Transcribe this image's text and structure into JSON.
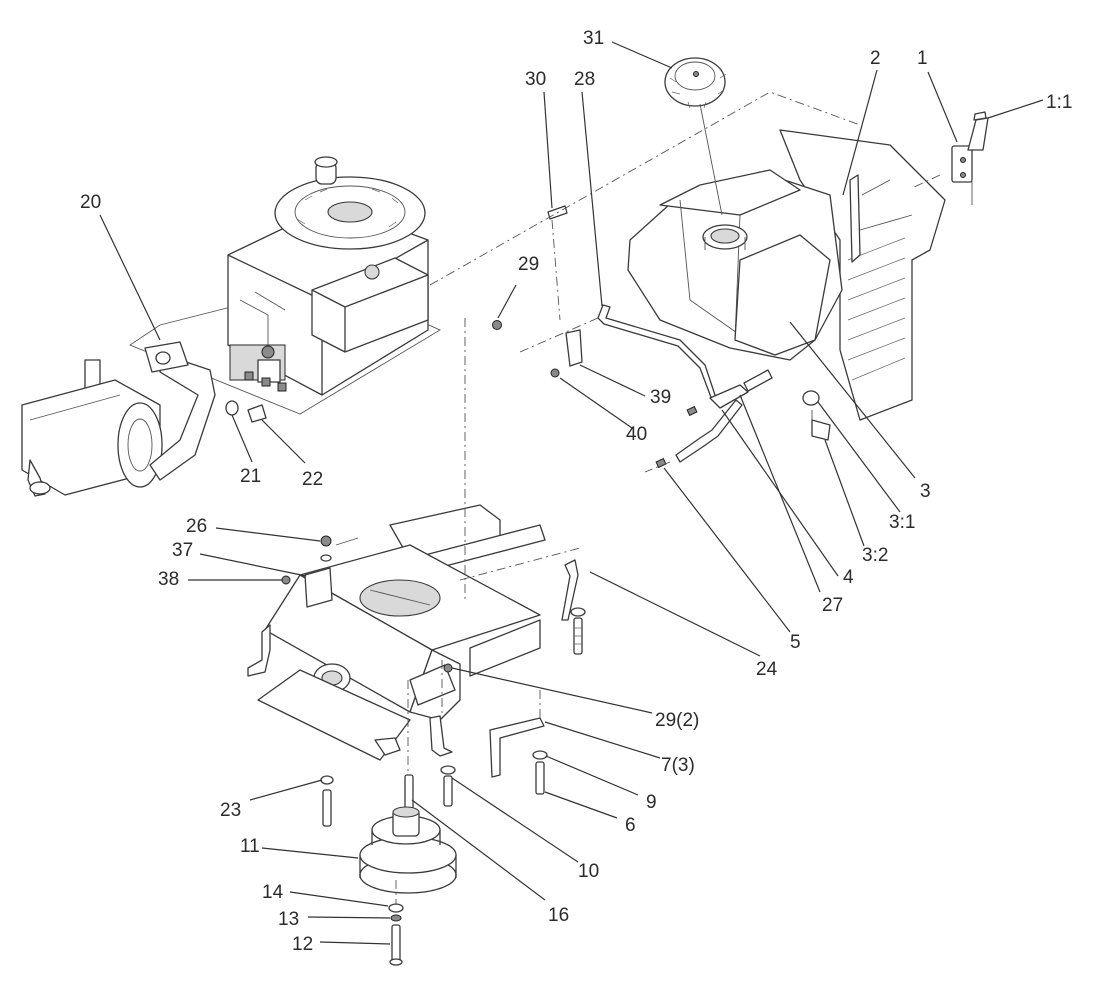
{
  "callouts": [
    {
      "id": "c31",
      "label": "31"
    },
    {
      "id": "c30",
      "label": "30"
    },
    {
      "id": "c28",
      "label": "28"
    },
    {
      "id": "c2",
      "label": "2"
    },
    {
      "id": "c1",
      "label": "1"
    },
    {
      "id": "c1_1",
      "label": "1:1"
    },
    {
      "id": "c20",
      "label": "20"
    },
    {
      "id": "c29a",
      "label": "29"
    },
    {
      "id": "c39",
      "label": "39"
    },
    {
      "id": "c40",
      "label": "40"
    },
    {
      "id": "c21",
      "label": "21"
    },
    {
      "id": "c22",
      "label": "22"
    },
    {
      "id": "c3",
      "label": "3"
    },
    {
      "id": "c3_1",
      "label": "3:1"
    },
    {
      "id": "c3_2",
      "label": "3:2"
    },
    {
      "id": "c4",
      "label": "4"
    },
    {
      "id": "c27",
      "label": "27"
    },
    {
      "id": "c5",
      "label": "5"
    },
    {
      "id": "c24",
      "label": "24"
    },
    {
      "id": "c26",
      "label": "26"
    },
    {
      "id": "c37",
      "label": "37"
    },
    {
      "id": "c38",
      "label": "38"
    },
    {
      "id": "c29_2",
      "label": "29(2)"
    },
    {
      "id": "c7_3",
      "label": "7(3)"
    },
    {
      "id": "c9",
      "label": "9"
    },
    {
      "id": "c6",
      "label": "6"
    },
    {
      "id": "c23",
      "label": "23"
    },
    {
      "id": "c11",
      "label": "11"
    },
    {
      "id": "c10",
      "label": "10"
    },
    {
      "id": "c16",
      "label": "16"
    },
    {
      "id": "c14",
      "label": "14"
    },
    {
      "id": "c13",
      "label": "13"
    },
    {
      "id": "c12",
      "label": "12"
    }
  ]
}
